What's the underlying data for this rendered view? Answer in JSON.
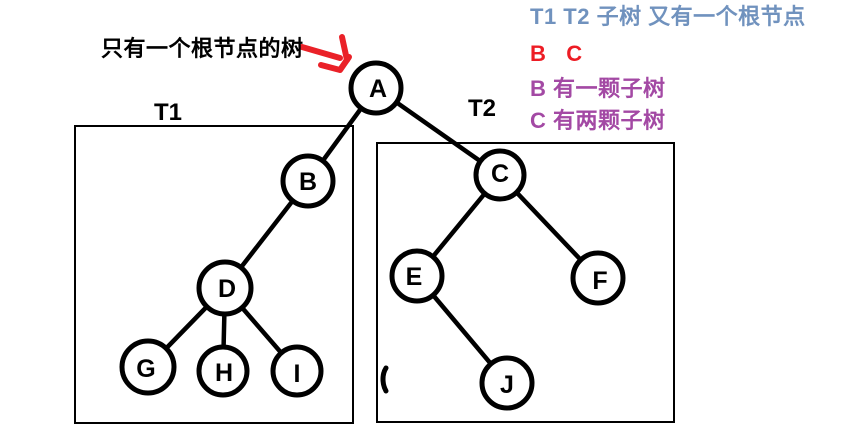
{
  "caption": {
    "text": "只有一个根节点的树",
    "color": "#000000"
  },
  "legend": {
    "lines": [
      {
        "text": "T1 T2 子树 又有一个根节点",
        "color": "#7092BE"
      },
      {
        "text": "B   C",
        "color": "#ED1C24"
      },
      {
        "text": "B 有一颗子树",
        "color": "#A349A4"
      },
      {
        "text": "C 有两颗子树",
        "color": "#A349A4"
      }
    ]
  },
  "subtrees": {
    "t1": {
      "label": "T1"
    },
    "t2": {
      "label": "T2"
    }
  },
  "tree": {
    "nodes": [
      {
        "id": "A",
        "label": "A"
      },
      {
        "id": "B",
        "label": "B"
      },
      {
        "id": "C",
        "label": "C"
      },
      {
        "id": "D",
        "label": "D"
      },
      {
        "id": "E",
        "label": "E"
      },
      {
        "id": "F",
        "label": "F"
      },
      {
        "id": "G",
        "label": "G"
      },
      {
        "id": "H",
        "label": "H"
      },
      {
        "id": "I",
        "label": "I"
      },
      {
        "id": "J",
        "label": "J"
      }
    ],
    "edges": [
      {
        "from": "A",
        "to": "B"
      },
      {
        "from": "A",
        "to": "C"
      },
      {
        "from": "B",
        "to": "D"
      },
      {
        "from": "D",
        "to": "G"
      },
      {
        "from": "D",
        "to": "H"
      },
      {
        "from": "D",
        "to": "I"
      },
      {
        "from": "C",
        "to": "E"
      },
      {
        "from": "C",
        "to": "F"
      },
      {
        "from": "E",
        "to": "J"
      }
    ]
  },
  "arrow": {
    "color": "#EA2128"
  },
  "diagram": {
    "line_color": "#000000",
    "node_fill": "#ffffff",
    "background": "#ffffff"
  }
}
